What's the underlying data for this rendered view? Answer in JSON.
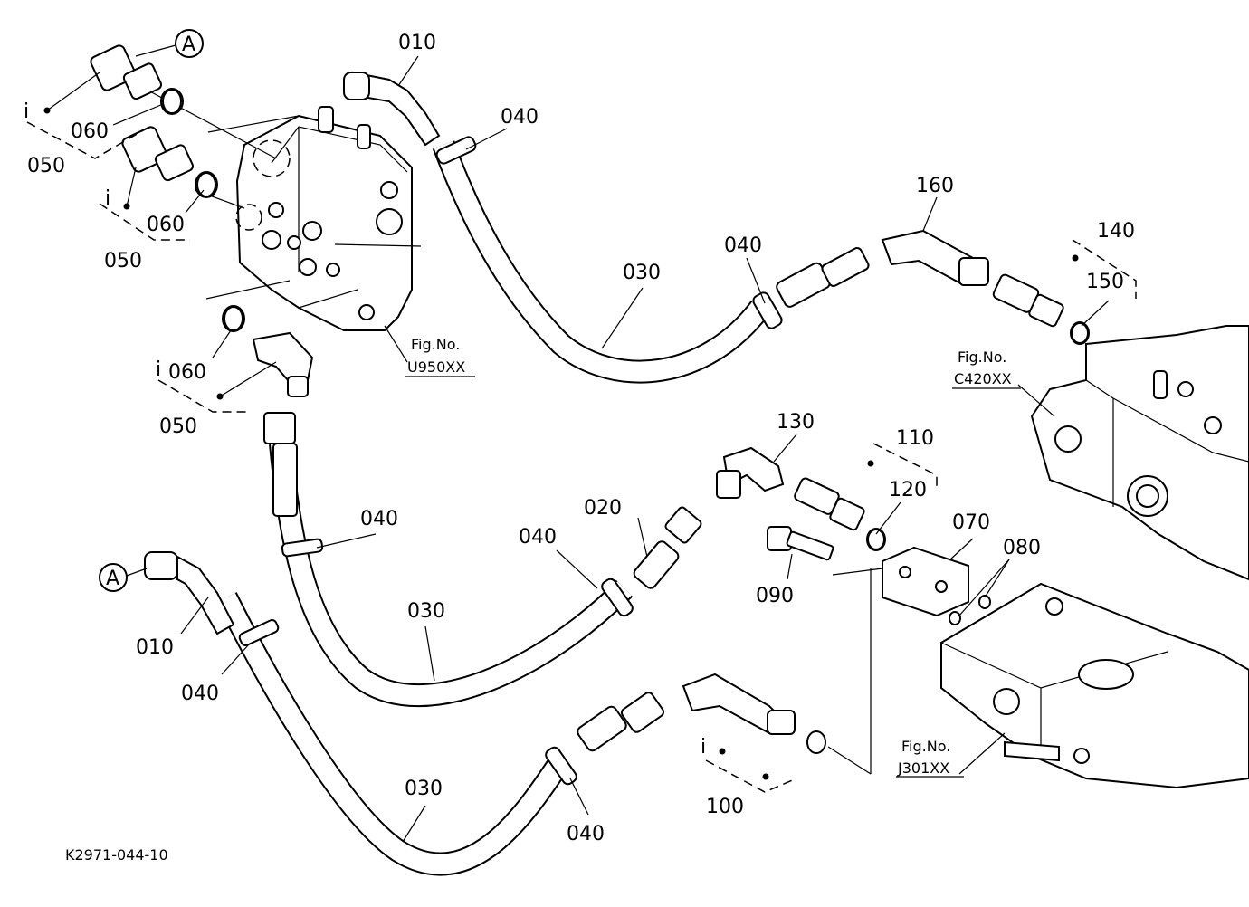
{
  "drawing_id": "K2971-044-10",
  "callouts": {
    "p010_top": "010",
    "p010_bottom": "010",
    "p020": "020",
    "p030_top": "030",
    "p030_middle": "030",
    "p030_bottom": "030",
    "p040_a": "040",
    "p040_b": "040",
    "p040_c": "040",
    "p040_d": "040",
    "p040_e": "040",
    "p040_f": "040",
    "p050_a": "050",
    "p050_b": "050",
    "p050_c": "050",
    "p060_a": "060",
    "p060_b": "060",
    "p060_c": "060",
    "p070": "070",
    "p080": "080",
    "p090": "090",
    "p100": "100",
    "p110": "110",
    "p120": "120",
    "p130": "130",
    "p140": "140",
    "p150": "150",
    "p160": "160"
  },
  "refs": {
    "a_top": "A",
    "a_bottom": "A"
  },
  "figrefs": {
    "u950_label": "Fig.No.",
    "u950_code": "U950XX",
    "c420_label": "Fig.No.",
    "c420_code": "C420XX",
    "j301_label": "Fig.No.",
    "j301_code": "J301XX"
  },
  "kit_marks": {
    "k1": "i",
    "k2": "i",
    "k3": "i",
    "k4": "i"
  }
}
